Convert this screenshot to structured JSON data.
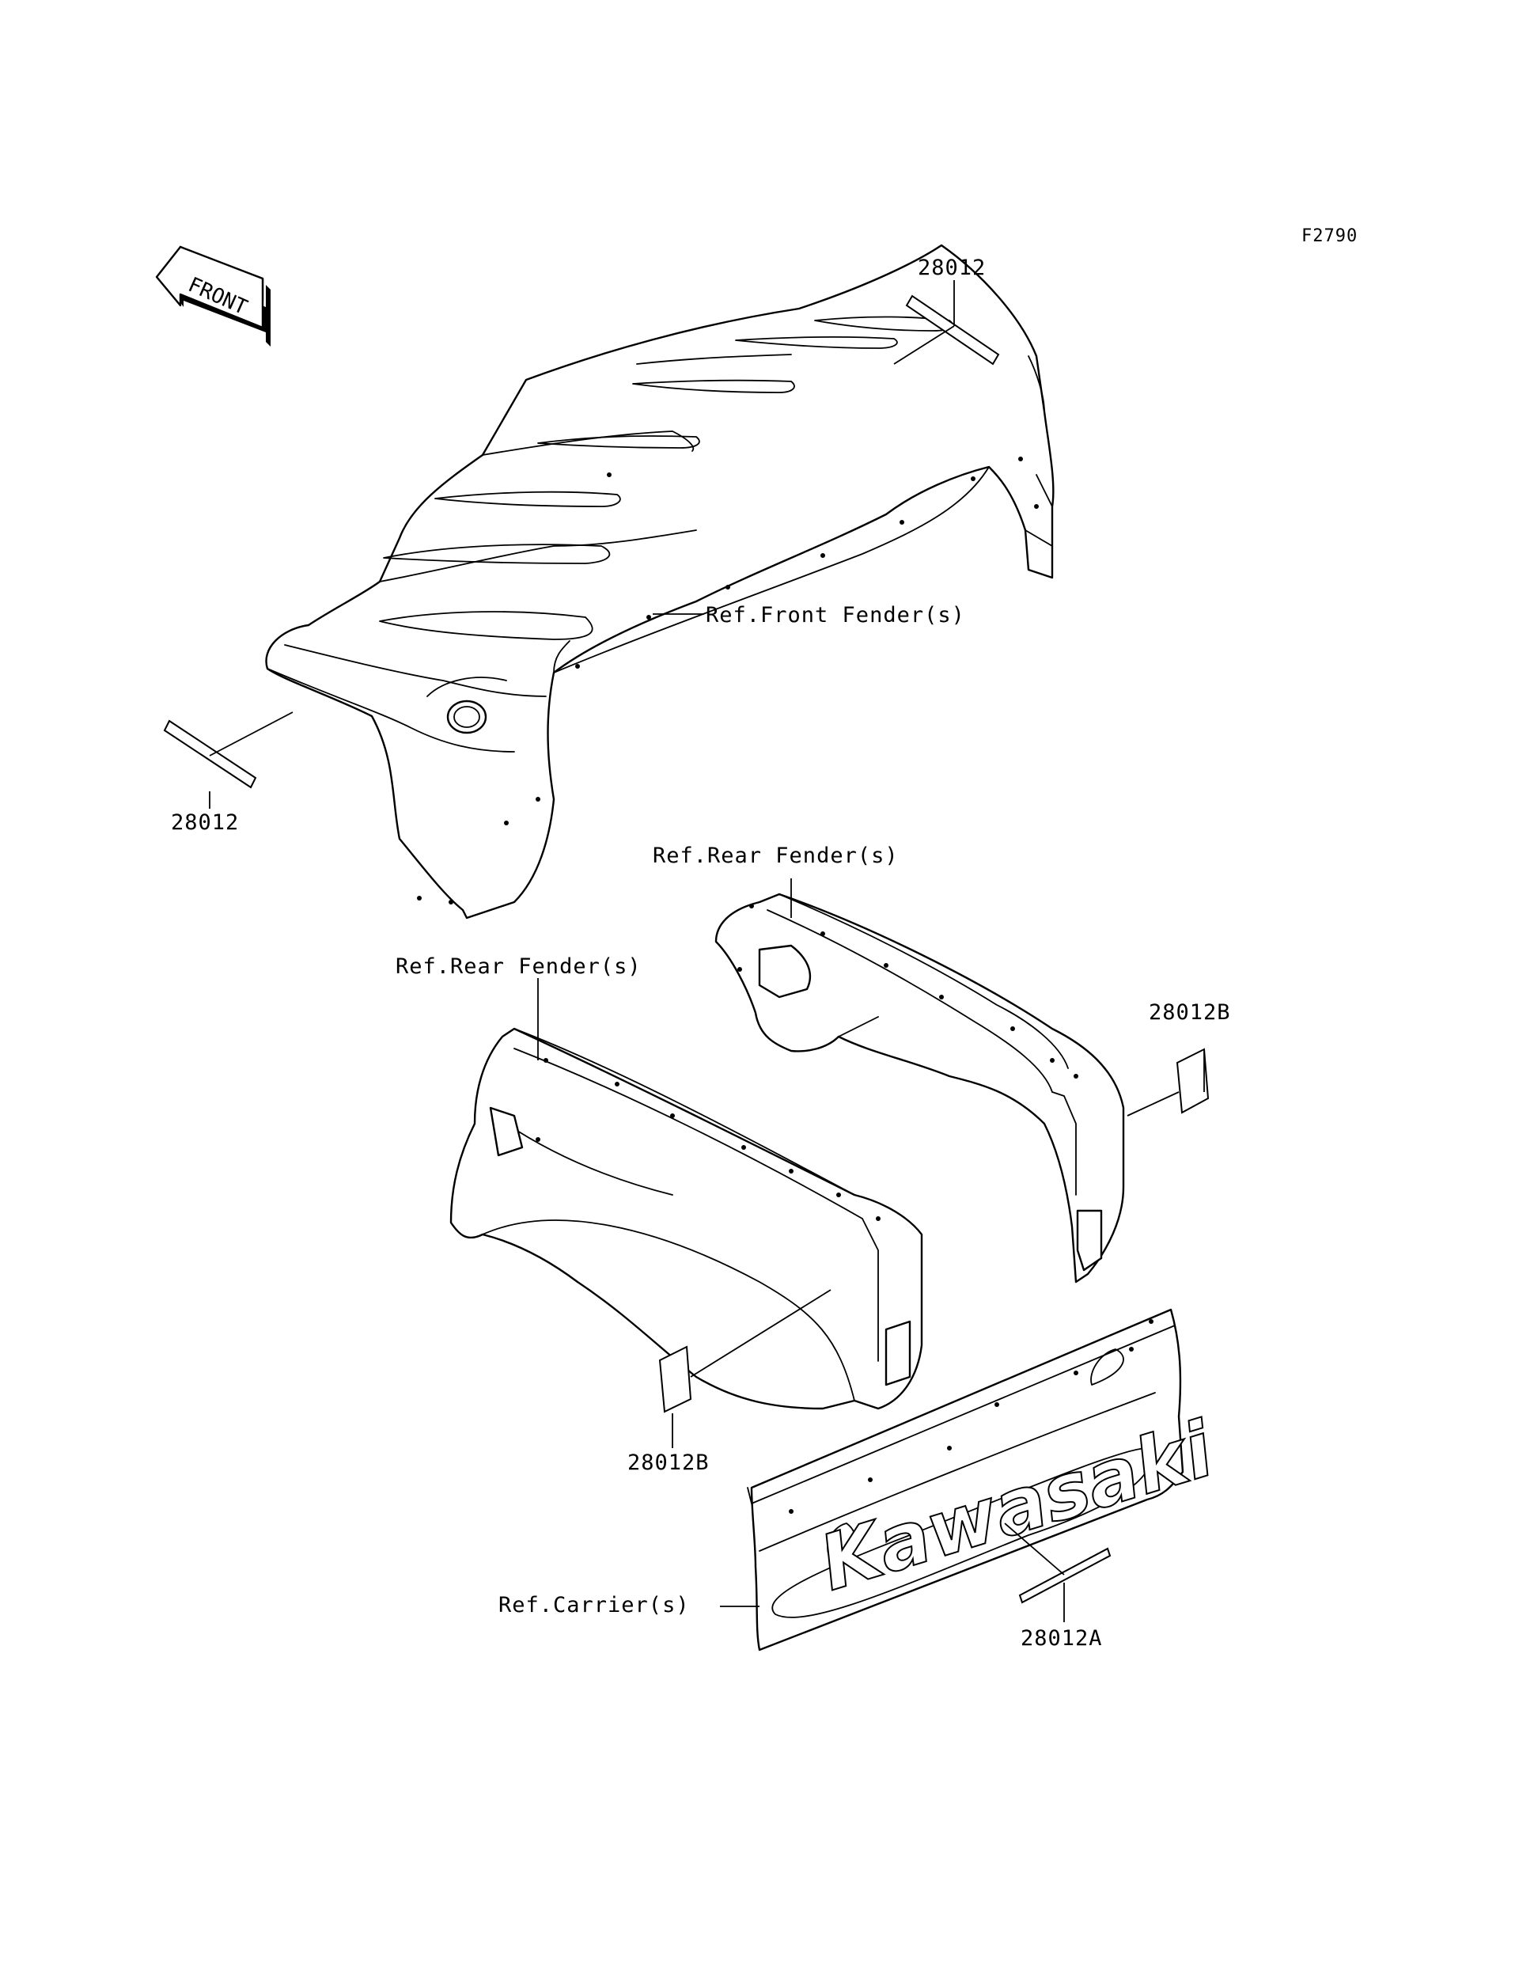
{
  "diagram_code": "F2790",
  "front_arrow": {
    "label": "FRONT",
    "icon": "front-direction-arrow-icon"
  },
  "labels": {
    "front_decal_top": "28012",
    "front_decal_left": "28012",
    "front_fender_ref": "Ref.Front Fender(s)",
    "rear_fender_ref_right": "Ref.Rear Fender(s)",
    "rear_fender_ref_left": "Ref.Rear Fender(s)",
    "rear_decal_right": "28012B",
    "rear_decal_left": "28012B",
    "carrier_ref": "Ref.Carrier(s)",
    "carrier_decal": "28012A"
  },
  "carrier_logo": "Kawasaki"
}
